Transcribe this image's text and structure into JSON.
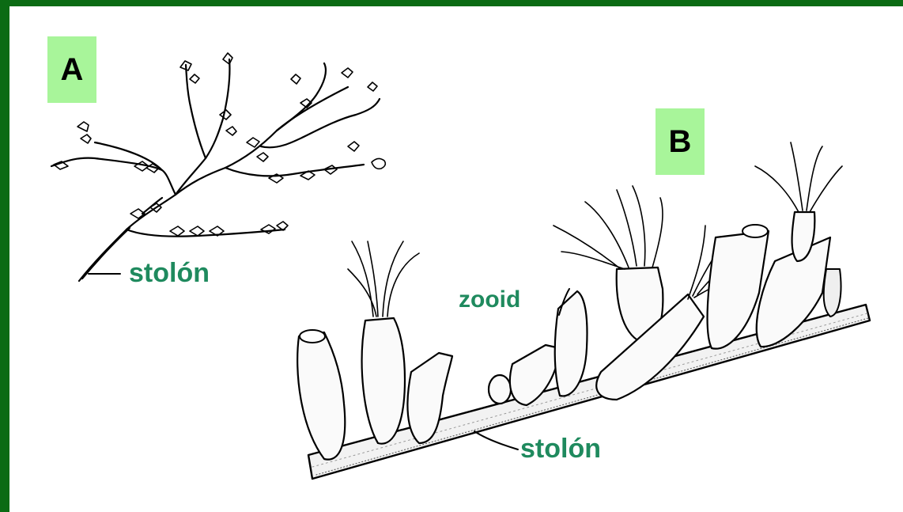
{
  "diagram": {
    "panel_a_label": "A",
    "panel_b_label": "B",
    "labels": {
      "stolon_a": "stolón",
      "zooid": "zooid",
      "stolon_b": "stolón"
    }
  },
  "colors": {
    "frame": "#0b6b14",
    "label_bg": "#a8f59a",
    "callout_text": "#1f8a5e"
  }
}
